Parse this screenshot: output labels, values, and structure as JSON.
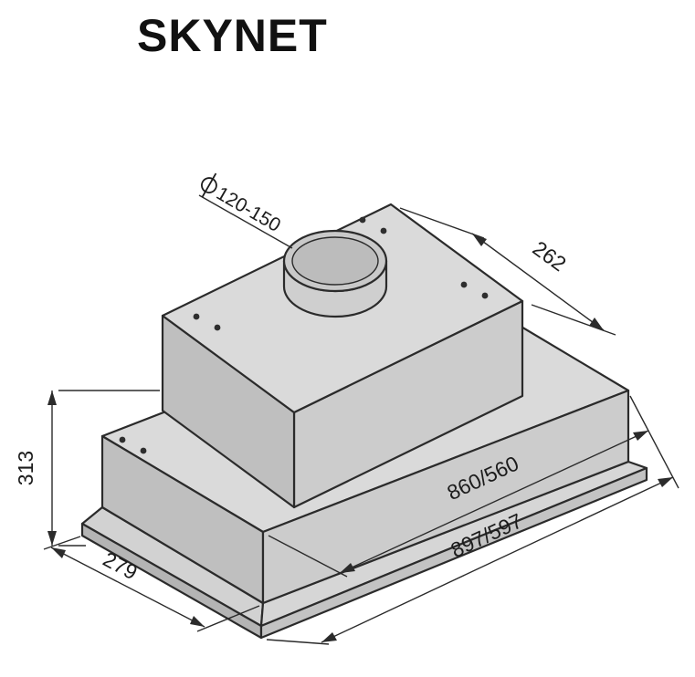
{
  "title": "SKYNET",
  "drawing": {
    "labels": {
      "duct_diameter_symbol": "⌀",
      "duct_diameter": "120-150",
      "top_box_depth": "262",
      "overall_height": "313",
      "base_depth": "279",
      "inner_length": "860/560",
      "overall_length": "897/597"
    }
  },
  "colors": {
    "background": "#ffffff",
    "line": "#2b2b2b",
    "face_light": "#dadada",
    "face_mid": "#cccccc",
    "face_dark": "#bfbfbf",
    "flange_dark": "#b4b4b4"
  }
}
